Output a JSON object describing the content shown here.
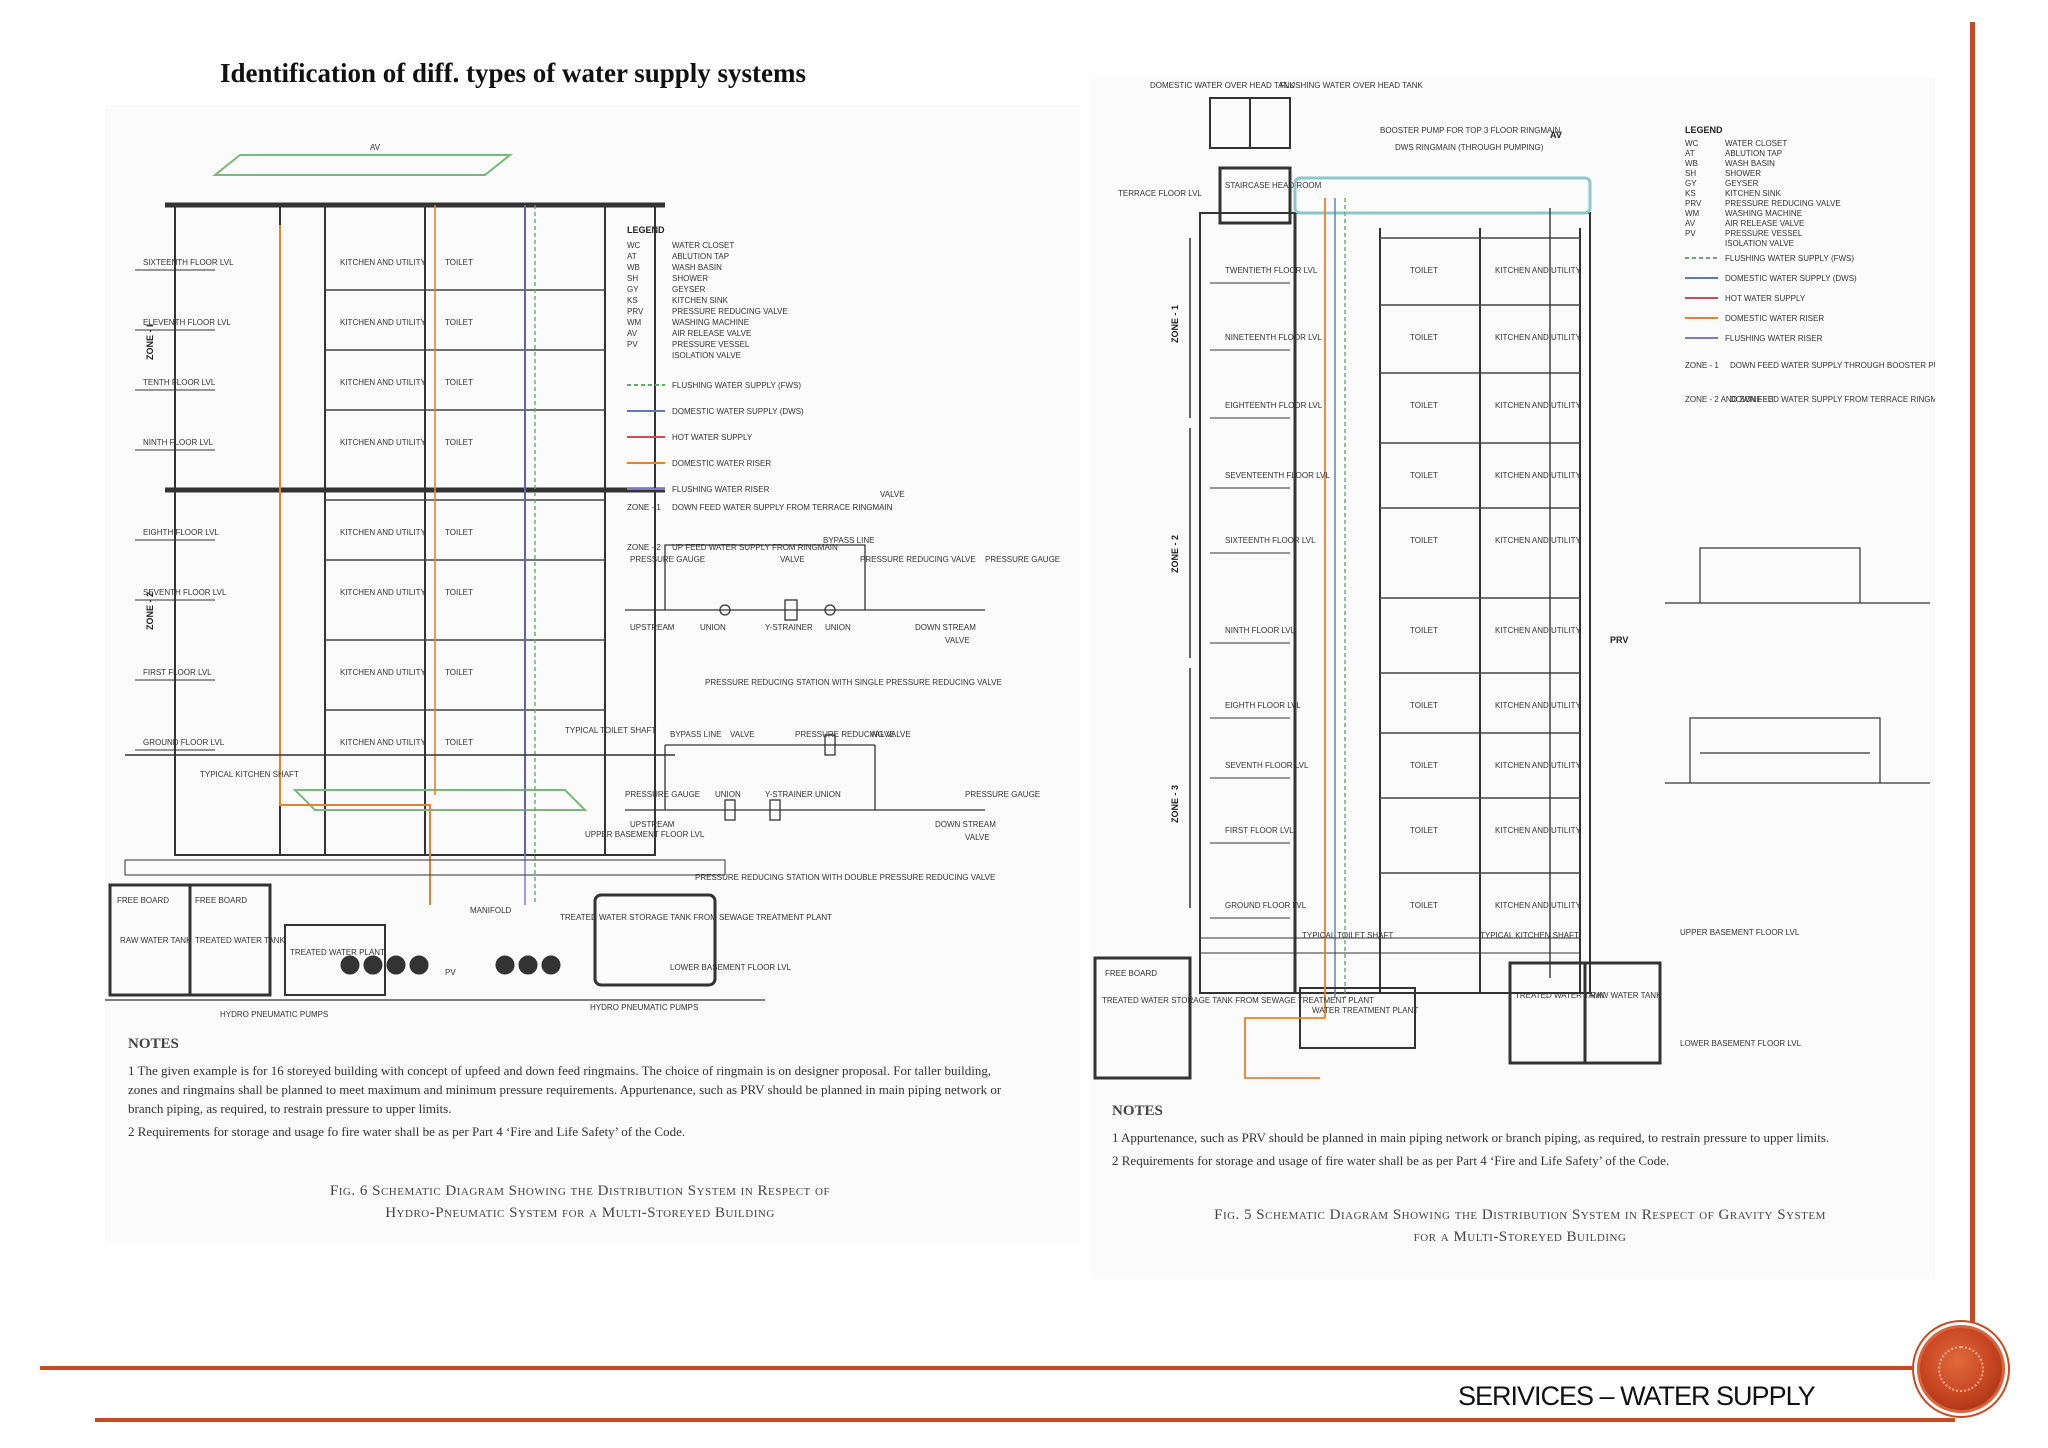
{
  "slide": {
    "title": "Identification of diff. types of water supply systems",
    "footer": "SERIVICES – WATER SUPPLY",
    "accent_color": "#c84a22"
  },
  "left_diagram": {
    "floors": [
      "SIXTEENTH FLOOR LVL",
      "ELEVENTH FLOOR LVL",
      "TENTH FLOOR LVL",
      "NINTH FLOOR LVL",
      "EIGHTH FLOOR LVL",
      "SEVENTH FLOOR LVL",
      "FIRST FLOOR LVL",
      "GROUND FLOOR LVL"
    ],
    "zones": [
      "ZONE - I",
      "ZONE - 2"
    ],
    "rooms": [
      "KITCHEN AND UTILITY",
      "TOILET"
    ],
    "legend_title": "LEGEND",
    "legend_abbr": [
      [
        "WC",
        "WATER CLOSET"
      ],
      [
        "AT",
        "ABLUTION TAP"
      ],
      [
        "WB",
        "WASH BASIN"
      ],
      [
        "SH",
        "SHOWER"
      ],
      [
        "GY",
        "GEYSER"
      ],
      [
        "KS",
        "KITCHEN SINK"
      ],
      [
        "PRV",
        "PRESSURE REDUCING VALVE"
      ],
      [
        "WM",
        "WASHING MACHINE"
      ],
      [
        "AV",
        "AIR RELEASE VALVE"
      ],
      [
        "PV",
        "PRESSURE VESSEL"
      ],
      [
        "",
        "ISOLATION VALVE"
      ]
    ],
    "legend_lines": [
      {
        "label": "FLUSHING WATER SUPPLY (FWS)",
        "color": "#6aa86a"
      },
      {
        "label": "DOMESTIC WATER SUPPLY (DWS)",
        "color": "#5a7ab8"
      },
      {
        "label": "HOT WATER SUPPLY",
        "color": "#d04a5a"
      },
      {
        "label": "DOMESTIC WATER RISER",
        "color": "#e8822a"
      },
      {
        "label": "FLUSHING WATER RISER",
        "color": "#7a7ac8"
      }
    ],
    "zone_notes": [
      [
        "ZONE - 1",
        "DOWN FEED WATER SUPPLY FROM TERRACE RINGMAIN"
      ],
      [
        "ZONE - 2",
        "UP FEED WATER SUPPLY FROM RINGMAIN"
      ]
    ],
    "labels": {
      "av": "AV",
      "typical_toilet_shaft": "TYPICAL TOILET SHAFT",
      "typical_kitchen_shaft": "TYPICAL KITCHEN SHAFT",
      "upper_basement": "UPPER BASEMENT FLOOR LVL",
      "lower_basement": "LOWER BASEMENT FLOOR LVL",
      "free_board": "FREE BOARD",
      "raw_water_tank": "RAW WATER TANK",
      "treated_water_tank": "TREATED WATER TANK",
      "treated_water_plant": "TREATED WATER PLANT",
      "treated_storage": "TREATED WATER STORAGE TANK FROM SEWAGE TREATMENT PLANT",
      "manifold": "MANIFOLD",
      "pv": "PV",
      "hydro_pump_1": "HYDRO PNEUMATIC PUMPS",
      "hydro_pump_2": "HYDRO PNEUMATIC PUMPS"
    },
    "prs_single": {
      "title": "PRESSURE REDUCING STATION WITH SINGLE PRESSURE REDUCING VALVE",
      "labels": [
        "VALVE",
        "BYPASS LINE",
        "PRESSURE GAUGE",
        "VALVE",
        "PRESSURE REDUCING VALVE",
        "PRESSURE GAUGE",
        "UPSTREAM",
        "UNION",
        "Y-STRAINER",
        "UNION",
        "DOWN STREAM",
        "VALVE"
      ]
    },
    "prs_double": {
      "title": "PRESSURE REDUCING STATION WITH DOUBLE PRESSURE REDUCING VALVE",
      "labels": [
        "BYPASS LINE",
        "VALVE",
        "PRESSURE REDUCING VALVE",
        "VALVE",
        "PRESSURE GAUGE",
        "UNION",
        "Y-STRAINER",
        "UNION",
        "PRESSURE GAUGE",
        "UPSTREAM",
        "DOWN STREAM",
        "VALVE"
      ]
    },
    "notes_heading": "NOTES",
    "notes": [
      "1 The given example is for 16 storeyed building with concept of upfeed and down feed ringmains. The choice of ringmain is on designer proposal. For taller building, zones and ringmains shall be planned to meet maximum and minimum pressure requirements. Appurtenance, such as PRV should be planned in main piping network or branch piping, as required, to restrain pressure to upper limits.",
      "2 Requirements for storage and usage fo fire water shall be as per Part 4 ‘Fire and Life Safety’ of the Code."
    ],
    "caption_line1": "Fig. 6 Schematic Diagram Showing the Distribution System in Respect of",
    "caption_line2": "Hydro-Pneumatic System for a Multi-Storeyed Building"
  },
  "right_diagram": {
    "floors": [
      "TERRACE FLOOR LVL",
      "TWENTIETH FLOOR LVL",
      "NINETEENTH FLOOR LVL",
      "EIGHTEENTH FLOOR LVL",
      "SEVENTEENTH FLOOR LVL",
      "SIXTEENTH FLOOR LVL",
      "NINTH FLOOR LVL",
      "EIGHTH FLOOR LVL",
      "SEVENTH FLOOR LVL",
      "FIRST FLOOR LVL",
      "GROUND FLOOR LVL"
    ],
    "zones": [
      "ZONE - 1",
      "ZONE - 2",
      "ZONE - 3"
    ],
    "rooms": [
      "TOILET",
      "KITCHEN AND UTILITY"
    ],
    "top_labels": {
      "domestic_tank": "DOMESTIC WATER OVER HEAD TANK",
      "flushing_tank": "FLUSHING WATER OVER HEAD TANK",
      "booster": "BOOSTER PUMP FOR TOP 3 FLOOR RINGMAIN",
      "dws_ring": "DWS RINGMAIN (THROUGH PUMPING)",
      "staircase": "STAIRCASE HEAD ROOM",
      "av": "AV",
      "prv": "PRV"
    },
    "legend_title": "LEGEND",
    "legend_abbr": [
      [
        "WC",
        "WATER CLOSET"
      ],
      [
        "AT",
        "ABLUTION TAP"
      ],
      [
        "WB",
        "WASH BASIN"
      ],
      [
        "SH",
        "SHOWER"
      ],
      [
        "GY",
        "GEYSER"
      ],
      [
        "KS",
        "KITCHEN SINK"
      ],
      [
        "PRV",
        "PRESSURE REDUCING VALVE"
      ],
      [
        "WM",
        "WASHING MACHINE"
      ],
      [
        "AV",
        "AIR RELEASE VALVE"
      ],
      [
        "PV",
        "PRESSURE VESSEL"
      ],
      [
        "",
        "ISOLATION VALVE"
      ]
    ],
    "legend_lines": [
      {
        "label": "FLUSHING WATER SUPPLY (FWS)",
        "color": "#6aa86a"
      },
      {
        "label": "DOMESTIC WATER SUPPLY (DWS)",
        "color": "#5a7ab8"
      },
      {
        "label": "HOT WATER SUPPLY",
        "color": "#d04a5a"
      },
      {
        "label": "DOMESTIC WATER RISER",
        "color": "#e8822a"
      },
      {
        "label": "FLUSHING WATER RISER",
        "color": "#7a7ac8"
      }
    ],
    "zone_notes": [
      [
        "ZONE - 1",
        "DOWN FEED WATER SUPPLY THROUGH BOOSTER PUMPS FROM TERRACE RINGMAIN"
      ],
      [
        "ZONE - 2 AND ZONE - 3",
        "DOWN FEED WATER SUPPLY FROM TERRACE RINGMAIN"
      ]
    ],
    "labels": {
      "typical_toilet_shaft": "TYPICAL TOILET SHAFT",
      "typical_kitchen_shaft": "TYPICAL KITCHEN SHAFT",
      "upper_basement": "UPPER BASEMENT FLOOR LVL",
      "lower_basement": "LOWER BASEMENT FLOOR LVL",
      "free_board": "FREE BOARD",
      "treated_storage": "TREATED WATER STORAGE TANK FROM SEWAGE TREATMENT PLANT",
      "water_treatment_plant": "WATER TREATMENT PLANT",
      "treated_water_tank": "TREATED WATER TANK",
      "raw_water_tank": "RAW WATER TANK"
    },
    "notes_heading": "NOTES",
    "notes": [
      "1 Appurtenance, such as PRV should be planned in main piping network or branch piping, as required, to restrain pressure to upper limits.",
      "2 Requirements for storage and usage of fire water shall be as per Part 4 ‘Fire and Life Safety’ of the Code."
    ],
    "caption_line1": "Fig. 5 Schematic Diagram Showing the Distribution System in Respect of Gravity System",
    "caption_line2": "for a Multi-Storeyed Building"
  }
}
